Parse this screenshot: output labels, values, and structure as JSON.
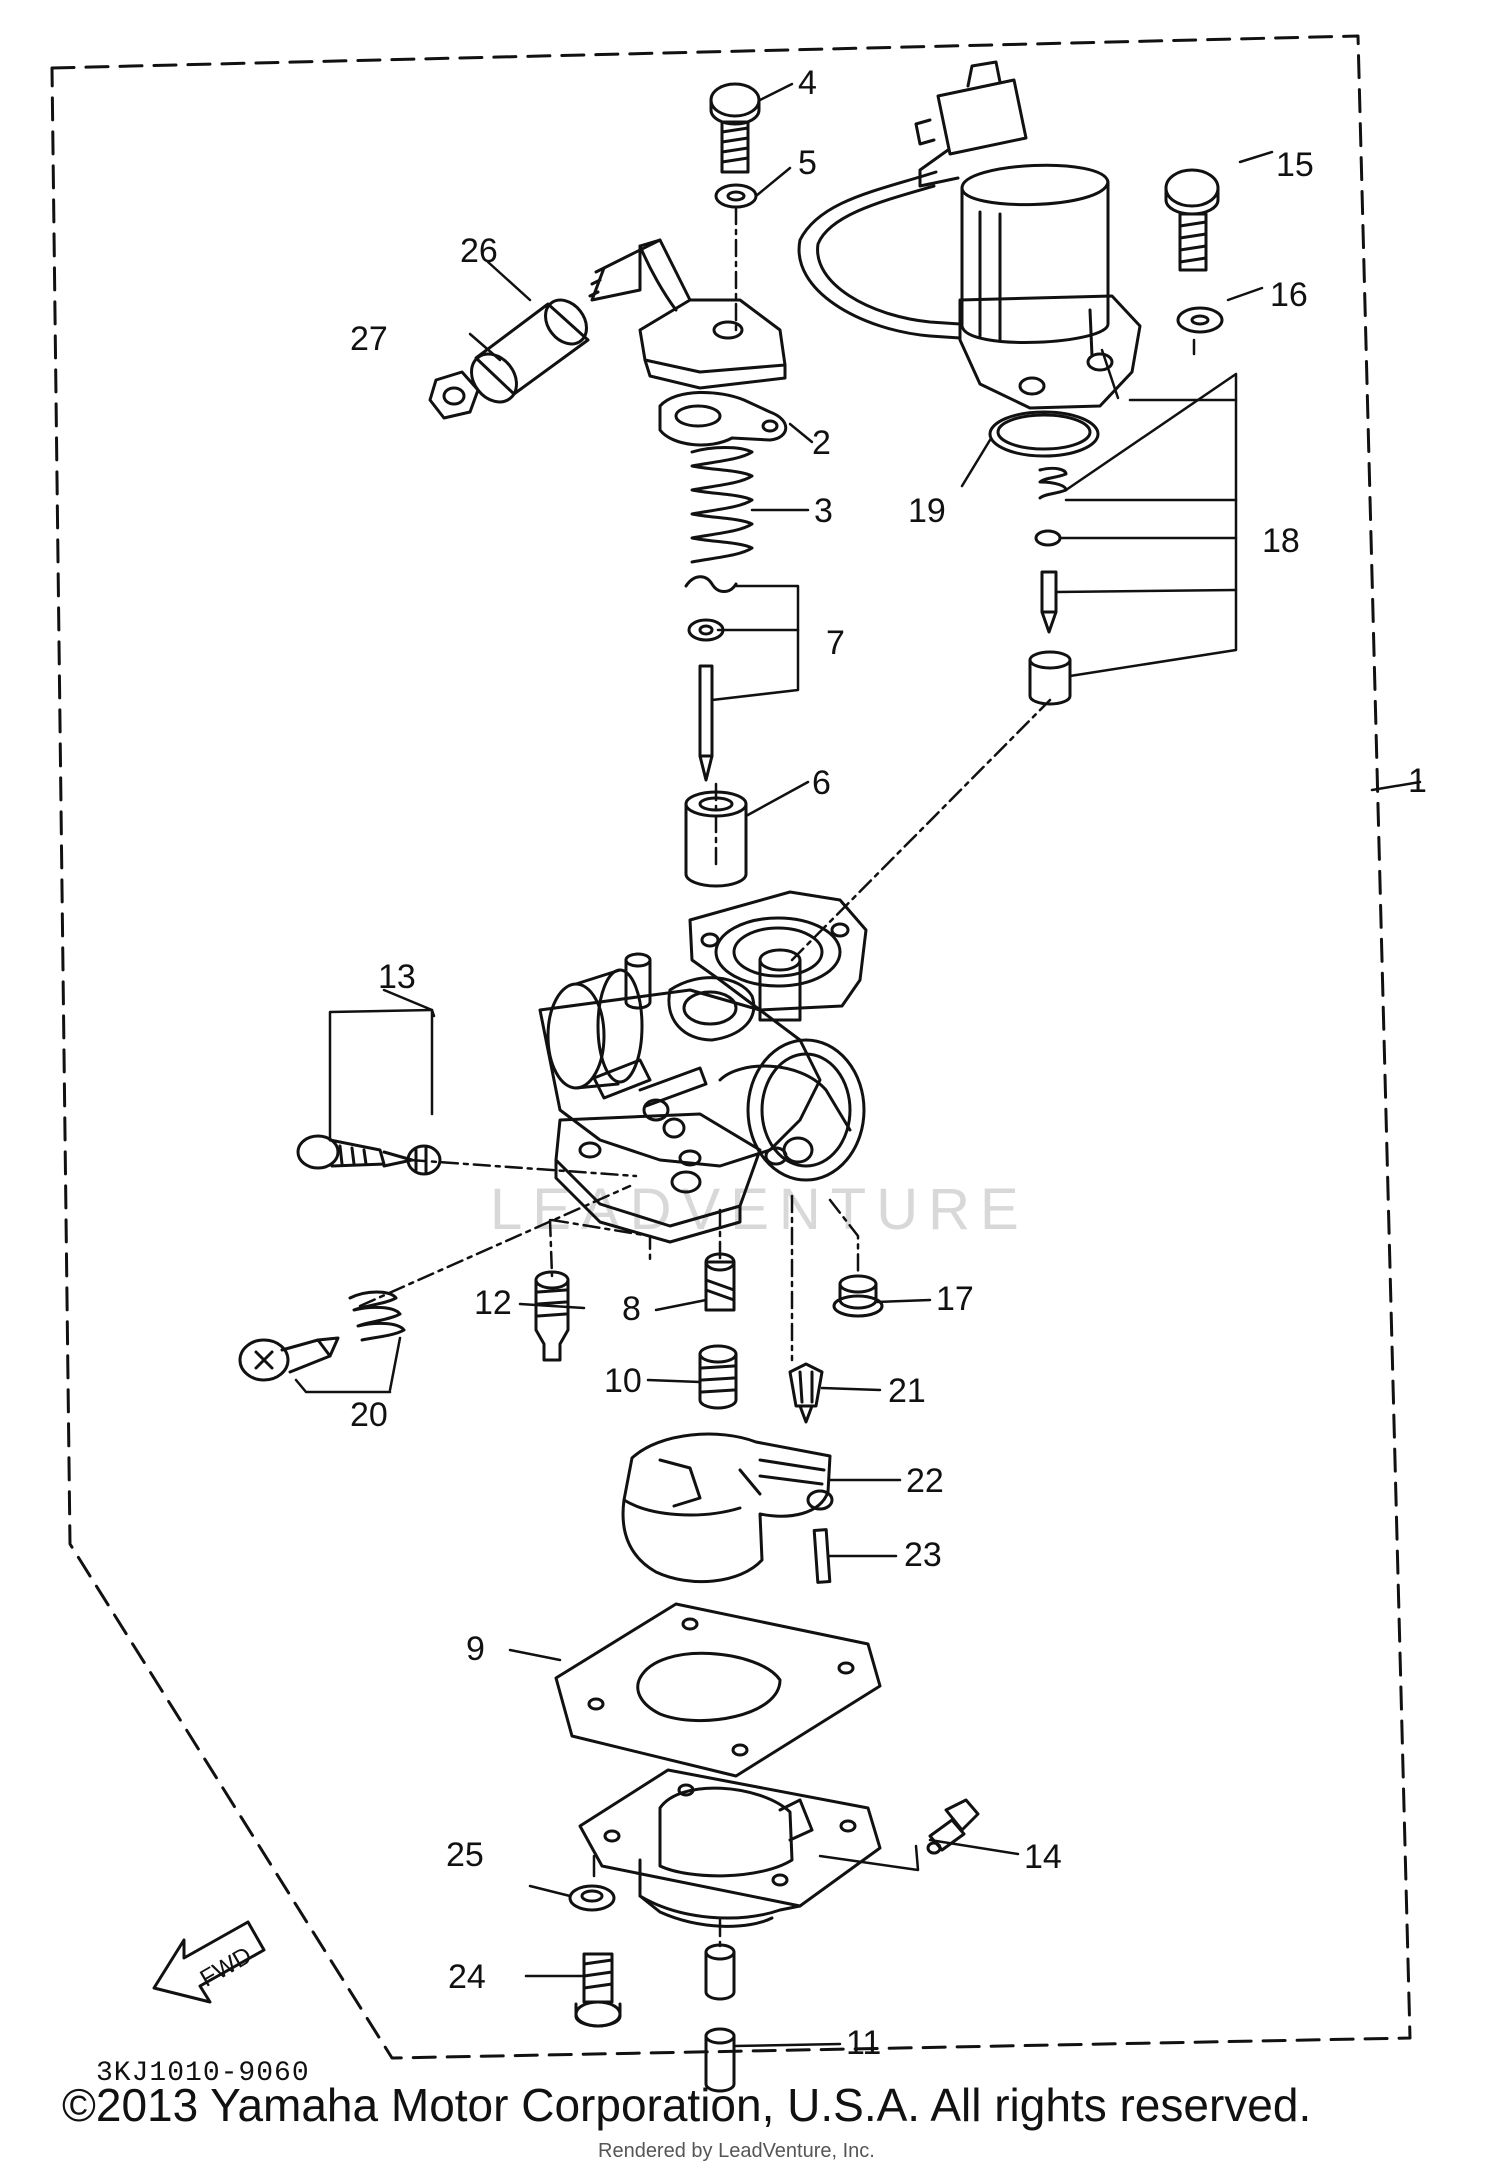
{
  "diagram": {
    "part_code": "3KJ1010-9060",
    "watermark": "LEADVENTURE",
    "fwd_label": "FWD",
    "callouts": [
      "1",
      "2",
      "3",
      "4",
      "5",
      "6",
      "7",
      "8",
      "9",
      "10",
      "11",
      "12",
      "13",
      "14",
      "15",
      "16",
      "17",
      "18",
      "19",
      "20",
      "21",
      "22",
      "23",
      "24",
      "25",
      "26",
      "27"
    ]
  },
  "footer": {
    "copyright": "©2013 Yamaha Motor Corporation, U.S.A. All rights reserved.",
    "rendered_by": "Rendered by LeadVenture, Inc."
  }
}
